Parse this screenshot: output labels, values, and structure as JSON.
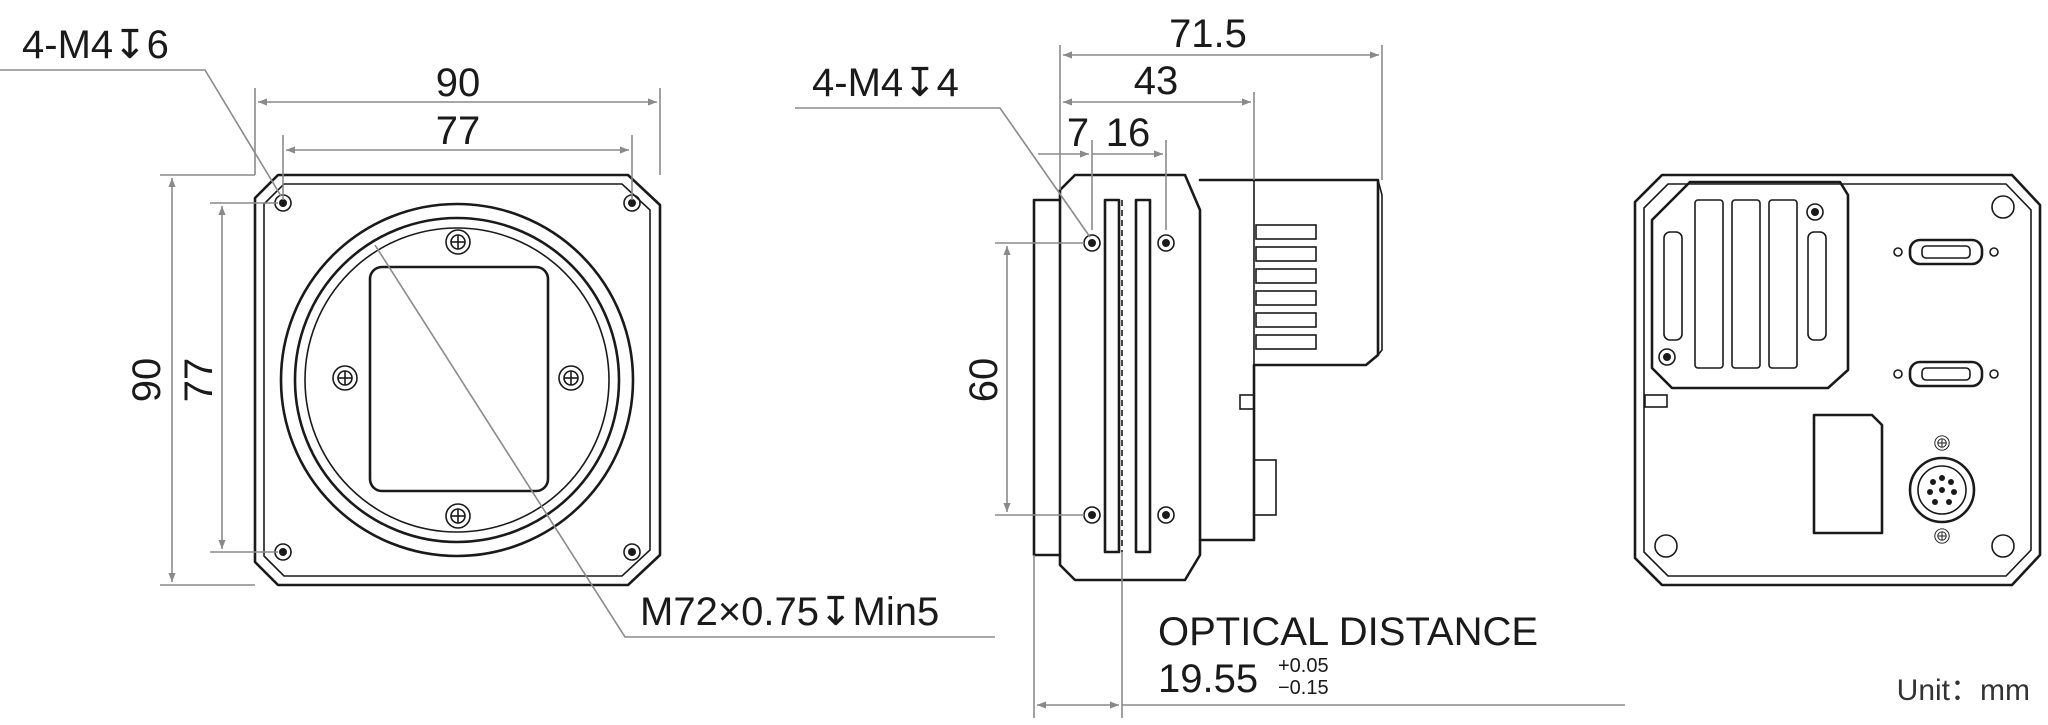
{
  "front_view": {
    "thread_callout": "4-M4↧6",
    "dim_outer_width": "90",
    "dim_inner_width": "77",
    "dim_outer_height": "90",
    "dim_inner_height": "77",
    "mount_callout": "M72×0.75↧Min5"
  },
  "side_view": {
    "thread_callout": "4-M4↧4",
    "dim_total_length": "71.5",
    "dim_body_length": "43",
    "dim_a": "7",
    "dim_b": "16",
    "dim_hole_spacing": "60",
    "optical_title": "OPTICAL DISTANCE",
    "optical_value": "19.55",
    "tol_upper": "+0.05",
    "tol_lower": "−0.15"
  },
  "unit_label": "Unit：mm"
}
